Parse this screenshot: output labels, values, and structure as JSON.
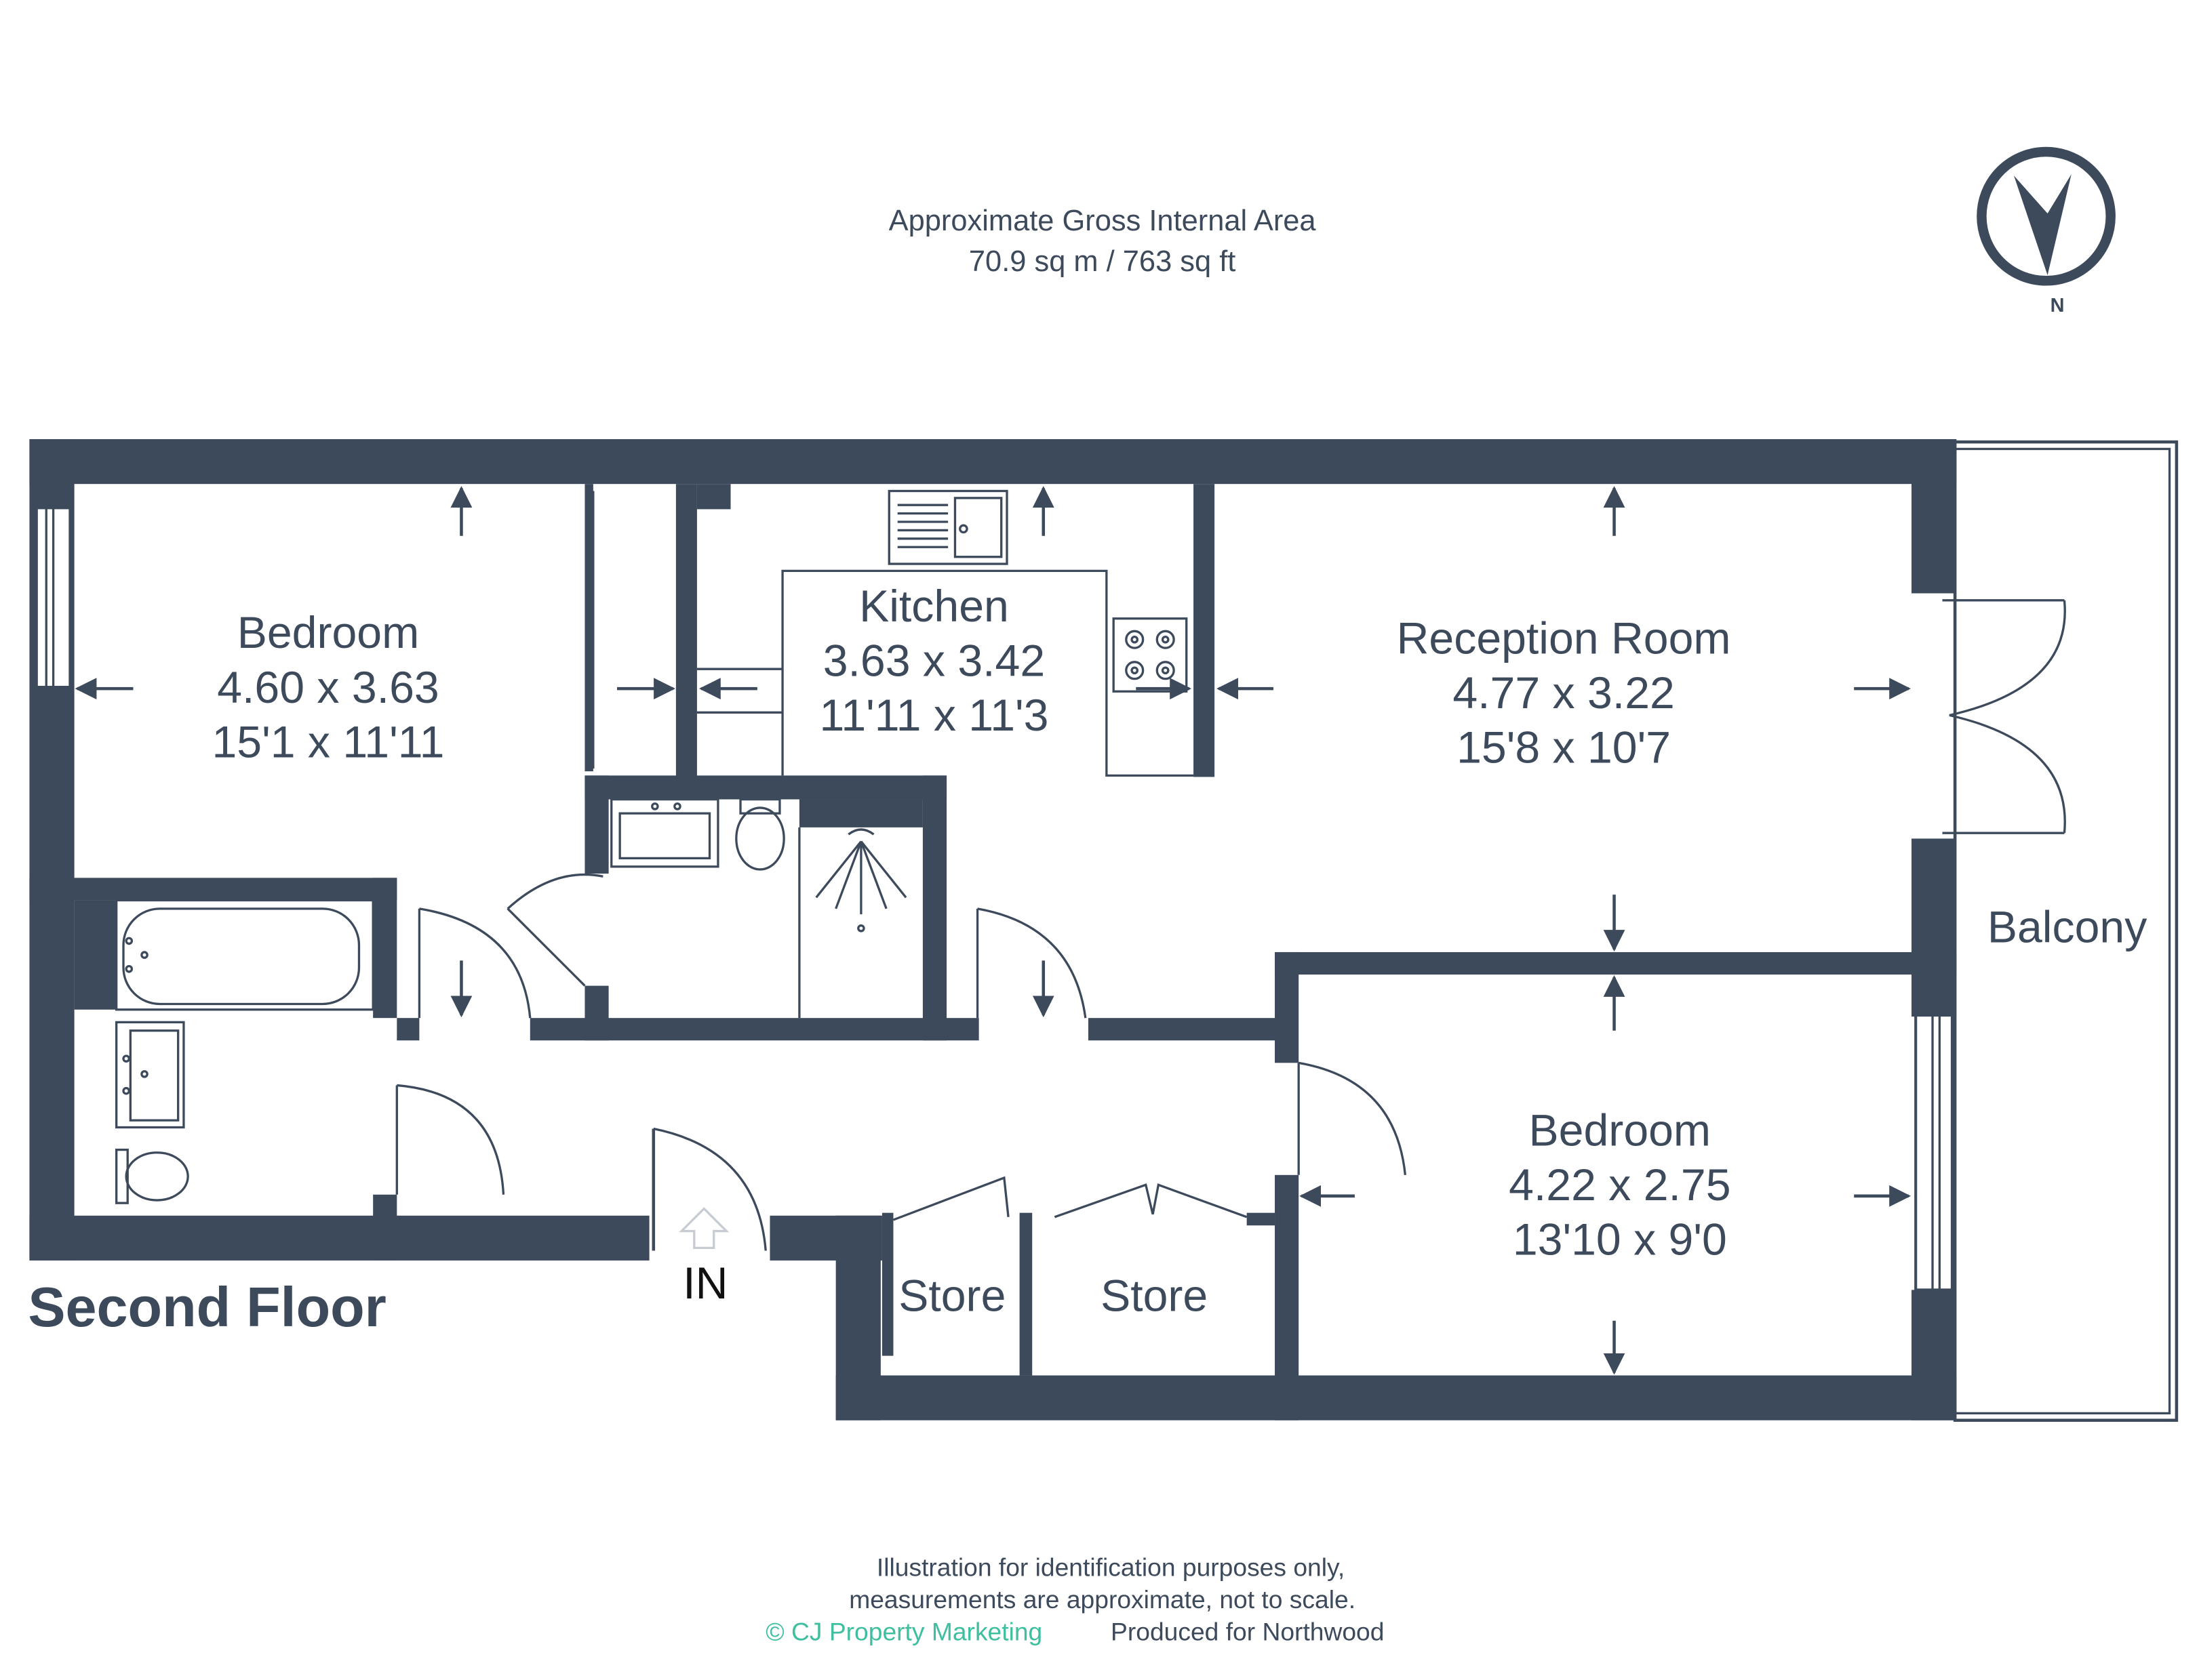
{
  "header": {
    "area_title": "Approximate Gross Internal Area",
    "area_value": "70.9 sq m / 763 sq ft"
  },
  "compass": {
    "letter": "N",
    "icon": "north-arrow-icon"
  },
  "floor_label": "Second Floor",
  "entrance_label": "IN",
  "rooms": {
    "bedroom1": {
      "name": "Bedroom",
      "metric": "4.60 x 3.63",
      "imperial": "15'1 x 11'11"
    },
    "kitchen": {
      "name": "Kitchen",
      "metric": "3.63 x 3.42",
      "imperial": "11'11 x 11'3"
    },
    "reception": {
      "name": "Reception Room",
      "metric": "4.77 x 3.22",
      "imperial": "15'8 x 10'7"
    },
    "bedroom2": {
      "name": "Bedroom",
      "metric": "4.22 x 2.75",
      "imperial": "13'10 x 9'0"
    },
    "balcony": {
      "name": "Balcony"
    },
    "store1": {
      "name": "Store"
    },
    "store2": {
      "name": "Store"
    }
  },
  "footer": {
    "line1": "Illustration for identification purposes only,",
    "line2": "measurements are approximate, not to scale.",
    "brand": "© CJ Property Marketing",
    "produced": "Produced for Northwood"
  },
  "colors": {
    "wall": "#3d4a5c",
    "brand": "#3fbf9f",
    "background": "#ffffff"
  }
}
